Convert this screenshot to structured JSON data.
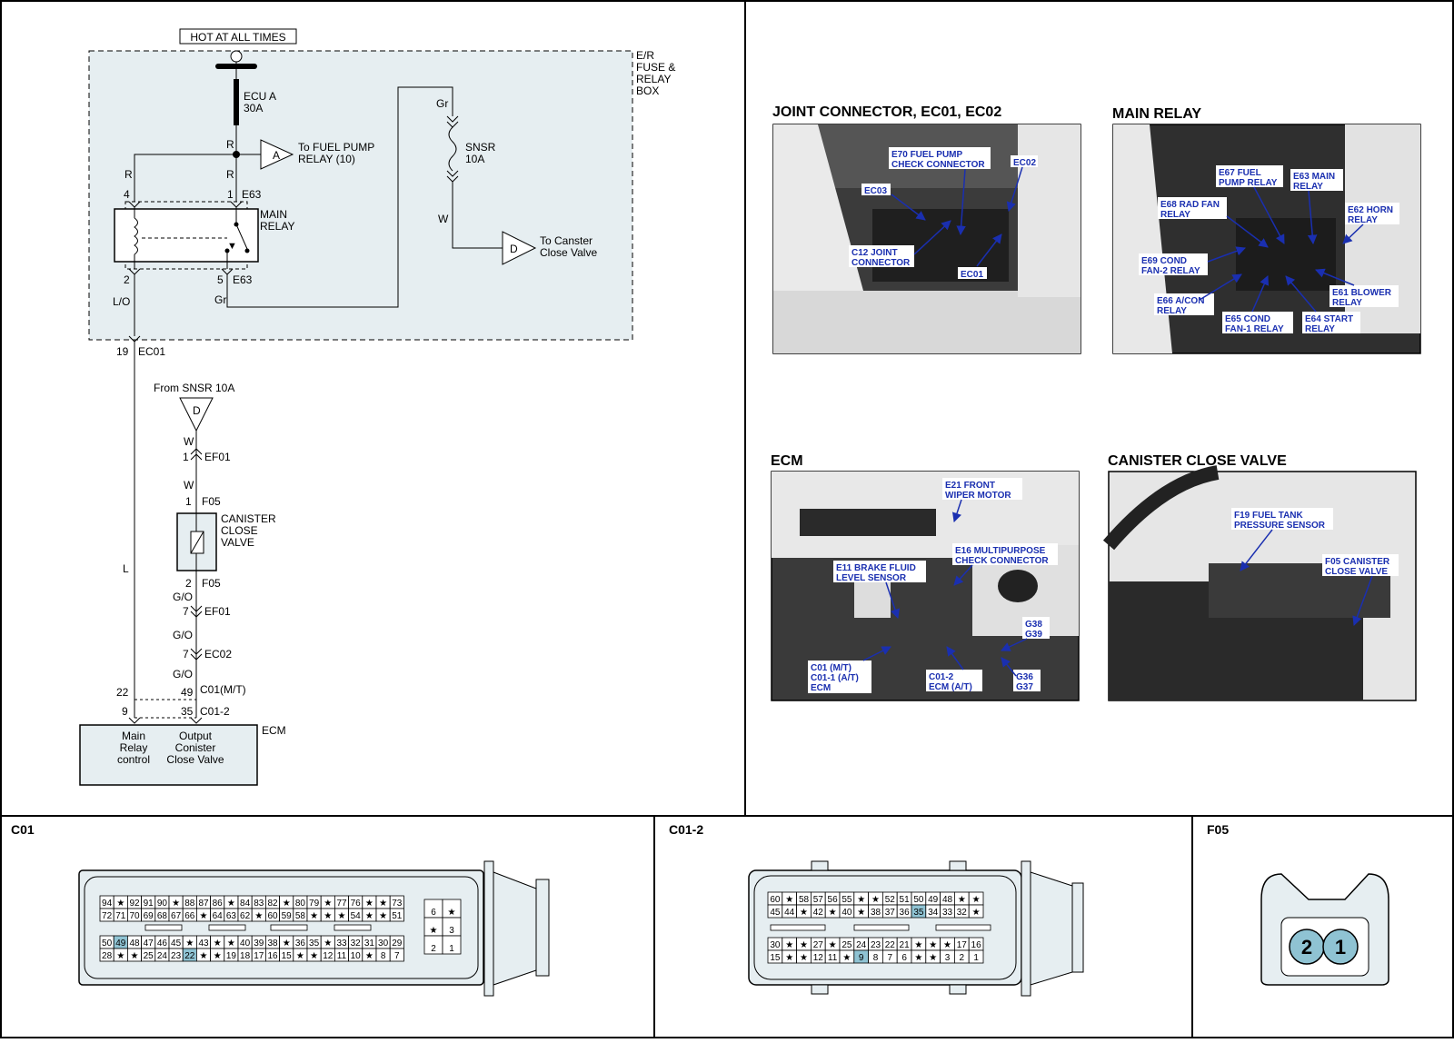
{
  "schematic": {
    "hot_label": "HOT AT ALL TIMES",
    "fuse_box_label": [
      "E/R",
      "FUSE &",
      "RELAY",
      "BOX"
    ],
    "ecu_fuse": [
      "ECU A",
      "30A"
    ],
    "wire_R1": "R",
    "wire_R2": "R",
    "wire_R3": "R",
    "to_fuel_pump": [
      "To FUEL PUMP",
      "RELAY (10)"
    ],
    "conn_A": "A",
    "pin4": "4",
    "pin1": "1",
    "e63_top": "E63",
    "main_relay": [
      "MAIN",
      "RELAY"
    ],
    "pin2": "2",
    "pin5": "5",
    "e63_bot": "E63",
    "wire_LO": "L/O",
    "wire_Gr1": "Gr",
    "wire_Gr2": "Gr",
    "snsr_fuse": [
      "SNSR",
      "10A"
    ],
    "wire_W1": "W",
    "conn_D1": "D",
    "to_canister": [
      "To Canster",
      "Close Valve"
    ],
    "pin19": "19",
    "ec01": "EC01",
    "from_snsr": "From SNSR 10A",
    "conn_D2": "D",
    "wire_W2": "W",
    "pin1_ef01": "1",
    "ef01_a": "EF01",
    "wire_W3": "W",
    "pin1_f05": "1",
    "f05_a": "F05",
    "canister_valve": [
      "CANISTER",
      "CLOSE",
      "VALVE"
    ],
    "wire_L": "L",
    "pin2_f05": "2",
    "f05_b": "F05",
    "wire_GO1": "G/O",
    "pin7_ef01": "7",
    "ef01_b": "EF01",
    "wire_GO2": "G/O",
    "pin7_ec02": "7",
    "ec02": "EC02",
    "wire_GO3": "G/O",
    "pin22": "22",
    "pin49": "49",
    "c01_mt": "C01(M/T)",
    "pin9": "9",
    "pin35": "35",
    "c01_2": "C01-2",
    "ecm_label": "ECM",
    "main_relay_control": [
      "Main",
      "Relay",
      "control"
    ],
    "output_canister": [
      "Output",
      "Conister",
      "Close Valve"
    ]
  },
  "photos": {
    "joint_connector": {
      "title": "JOINT CONNECTOR, EC01, EC02",
      "callouts": [
        "E70 FUEL PUMP",
        "CHECK CONNECTOR",
        "EC02",
        "EC03",
        "C12 JOINT",
        "CONNECTOR",
        "EC01"
      ]
    },
    "main_relay": {
      "title": "MAIN RELAY",
      "callouts": [
        "E67 FUEL",
        "PUMP RELAY",
        "E63 MAIN",
        "RELAY",
        "E68 RAD FAN",
        "RELAY",
        "E62 HORN",
        "RELAY",
        "E69 COND",
        "FAN-2 RELAY",
        "E61 BLOWER",
        "RELAY",
        "E66 A/CON",
        "RELAY",
        "E65 COND",
        "FAN-1 RELAY",
        "E64 START",
        "RELAY"
      ]
    },
    "ecm": {
      "title": "ECM",
      "callouts": [
        "E21 FRONT",
        "WIPER MOTOR",
        "E16 MULTIPURPOSE",
        "CHECK CONNECTOR",
        "E11 BRAKE FLUID",
        "LEVEL SENSOR",
        "G38",
        "G39",
        "C01 (M/T)",
        "C01-1 (A/T)",
        "ECM",
        "C01-2",
        "ECM (A/T)",
        "G36",
        "G37"
      ]
    },
    "canister": {
      "title": "CANISTER CLOSE VALVE",
      "callouts": [
        "F19 FUEL TANK",
        "PRESSURE SENSOR",
        "F05 CANISTER",
        "CLOSE VALVE"
      ]
    }
  },
  "connectors": {
    "c01": {
      "title": "C01",
      "rows": [
        [
          "94",
          "★",
          "92",
          "91",
          "90",
          "★",
          "88",
          "87",
          "86",
          "★",
          "84",
          "83",
          "82",
          "★",
          "80",
          "79",
          "★",
          "77",
          "76",
          "★",
          "★",
          "73"
        ],
        [
          "72",
          "71",
          "70",
          "69",
          "68",
          "67",
          "66",
          "★",
          "64",
          "63",
          "62",
          "★",
          "60",
          "59",
          "58",
          "★",
          "★",
          "★",
          "54",
          "★",
          "★",
          "51"
        ],
        [
          "50",
          "49",
          "48",
          "47",
          "46",
          "45",
          "★",
          "43",
          "★",
          "★",
          "40",
          "39",
          "38",
          "★",
          "36",
          "35",
          "★",
          "33",
          "32",
          "31",
          "30",
          "29"
        ],
        [
          "28",
          "★",
          "★",
          "25",
          "24",
          "23",
          "22",
          "★",
          "★",
          "19",
          "18",
          "17",
          "16",
          "15",
          "★",
          "★",
          "12",
          "11",
          "10",
          "★",
          "8",
          "7"
        ]
      ],
      "side": [
        "6",
        "★",
        "★",
        "3",
        "2",
        "1"
      ],
      "highlight": [
        "49",
        "22"
      ]
    },
    "c01_2": {
      "title": "C01-2",
      "rows": [
        [
          "60",
          "★",
          "58",
          "57",
          "56",
          "55",
          "★",
          "★",
          "52",
          "51",
          "50",
          "49",
          "48",
          "★",
          "★"
        ],
        [
          "45",
          "44",
          "★",
          "42",
          "★",
          "40",
          "★",
          "38",
          "37",
          "36",
          "35",
          "34",
          "33",
          "32",
          "★"
        ],
        [
          "30",
          "★",
          "★",
          "27",
          "★",
          "25",
          "24",
          "23",
          "22",
          "21",
          "★",
          "★",
          "★",
          "17",
          "16"
        ],
        [
          "15",
          "★",
          "★",
          "12",
          "11",
          "★",
          "9",
          "8",
          "7",
          "6",
          "★",
          "★",
          "3",
          "2",
          "1"
        ]
      ],
      "highlight": [
        "35",
        "9"
      ]
    },
    "f05": {
      "title": "F05",
      "pins": [
        "2",
        "1"
      ]
    }
  },
  "colors": {
    "box_fill": "#e6eef1",
    "highlight": "#8fc3d3",
    "callout_text": "#1a2fb0",
    "callout_bg": "#ffffff"
  }
}
